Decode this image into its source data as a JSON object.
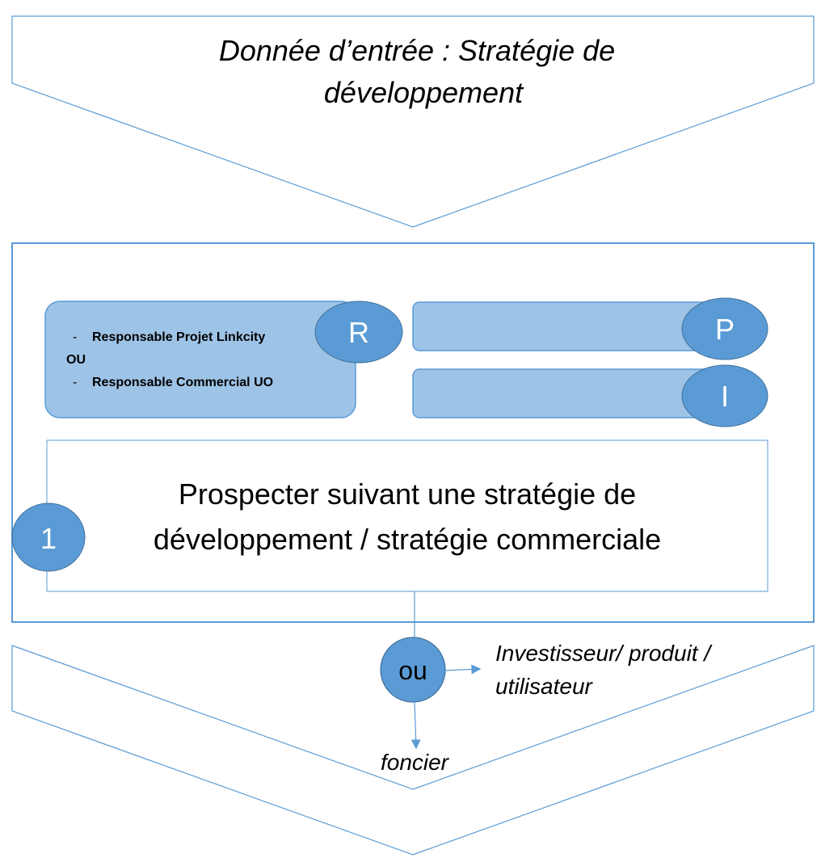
{
  "input": {
    "line1": "Donnée d’entrée : Stratégie de",
    "line2": "développement"
  },
  "roles": {
    "responsible": {
      "badge": "R",
      "dash1": "-",
      "item1": "Responsable Projet Linkcity",
      "or": "OU",
      "dash2": "-",
      "item2": "Responsable Commercial UO"
    },
    "participant": {
      "badge": "P"
    },
    "informed": {
      "badge": "I"
    }
  },
  "step": {
    "number": "1",
    "line1": "Prospecter suivant une stratégie de",
    "line2": "développement / stratégie commerciale"
  },
  "branch": {
    "label": "ou",
    "right_line1": "Investisseur/ produit /",
    "right_line2": "utilisateur",
    "down": "foncier"
  },
  "colors": {
    "stroke": "#5b9bd5",
    "box_fill": "#9dc3e6",
    "badge_fill": "#5b9bd5"
  }
}
